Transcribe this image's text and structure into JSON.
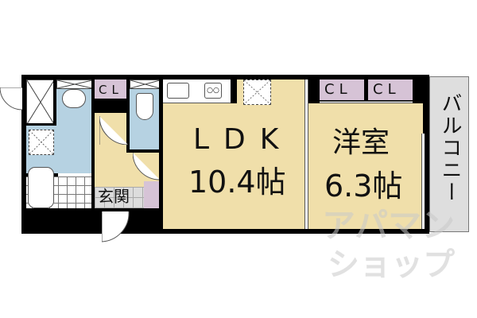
{
  "floorplan": {
    "rooms": {
      "ldk": {
        "name": "LDK",
        "size": "10.4帖"
      },
      "western": {
        "name": "洋室",
        "size": "6.3帖"
      },
      "balcony": {
        "name": "バルコニー"
      },
      "genkan": {
        "name": "玄関"
      },
      "closets": [
        "CL",
        "CL",
        "CL"
      ]
    },
    "colors": {
      "living": "#f0dfaa",
      "wet_area": "#b6d2e2",
      "closet": "#d6c3d6",
      "genkan": "#dcdcdc",
      "balcony": "#dedede",
      "wall": "#000000"
    }
  },
  "watermark": {
    "line1": "アパマン",
    "line2": "ショップ"
  }
}
